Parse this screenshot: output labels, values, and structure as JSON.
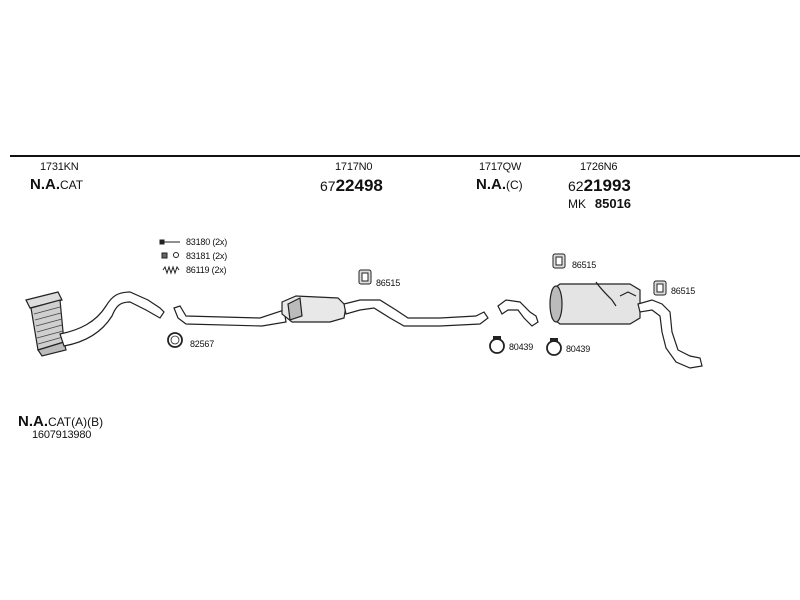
{
  "groups": {
    "catalyst": {
      "ref": "1731KN",
      "na": "N.A.",
      "na_suffix": "CAT"
    },
    "front_pipe": {
      "ref": "1717N0",
      "number_prefix": "67",
      "number_main": "22498"
    },
    "middle": {
      "ref": "1717QW",
      "na": "N.A.",
      "na_suffix": "(C)"
    },
    "rear_silencer": {
      "ref": "1726N6",
      "number_prefix": "62",
      "number_main": "21993",
      "mk_label": "MK",
      "mk_number": "85016"
    }
  },
  "parts": {
    "bolt": "83180 (2x)",
    "nut": "83181 (2x)",
    "spring": "86119 (2x)",
    "hanger_mid": "86515",
    "clamp_front": "82567",
    "clamp_a": "80439",
    "clamp_b": "80439",
    "hanger_rear_top": "86515",
    "hanger_rear_right": "86515"
  },
  "footer": {
    "na": "N.A.",
    "na_suffix": "CAT(A)(B)",
    "part_number": "1607913980"
  }
}
